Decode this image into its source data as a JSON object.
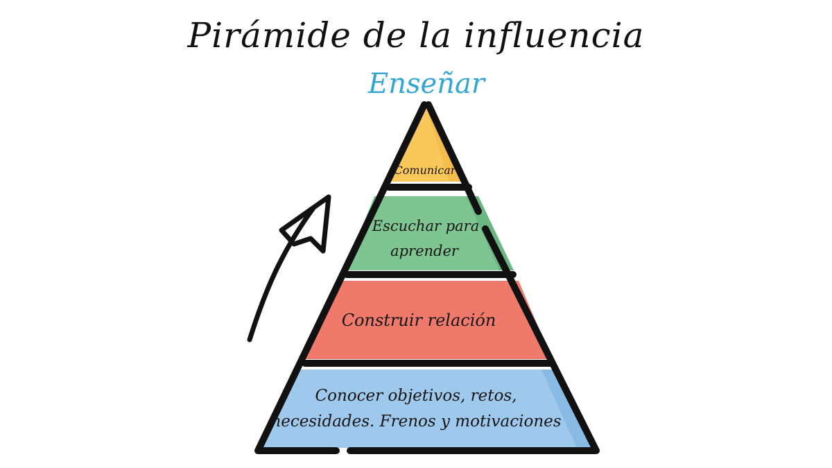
{
  "title": "Pirámide de la influencia",
  "subtitle": "Enseñar",
  "colors": {
    "outline": "#111111",
    "accent": "#34a4d4",
    "level1": "#f9c75a",
    "level2": "#7ec592",
    "level3": "#ef7a6b",
    "level4": "#9ec8ec"
  },
  "levels": [
    {
      "lines": [
        "Comunicar"
      ]
    },
    {
      "lines": [
        "Escuchar para",
        "aprender"
      ]
    },
    {
      "lines": [
        "Construir relación"
      ]
    },
    {
      "lines": [
        "Conocer objetivos, retos,",
        "necesidades. Frenos y motivaciones"
      ]
    }
  ],
  "icons": {
    "arrow": "up-right-arrow-icon"
  }
}
